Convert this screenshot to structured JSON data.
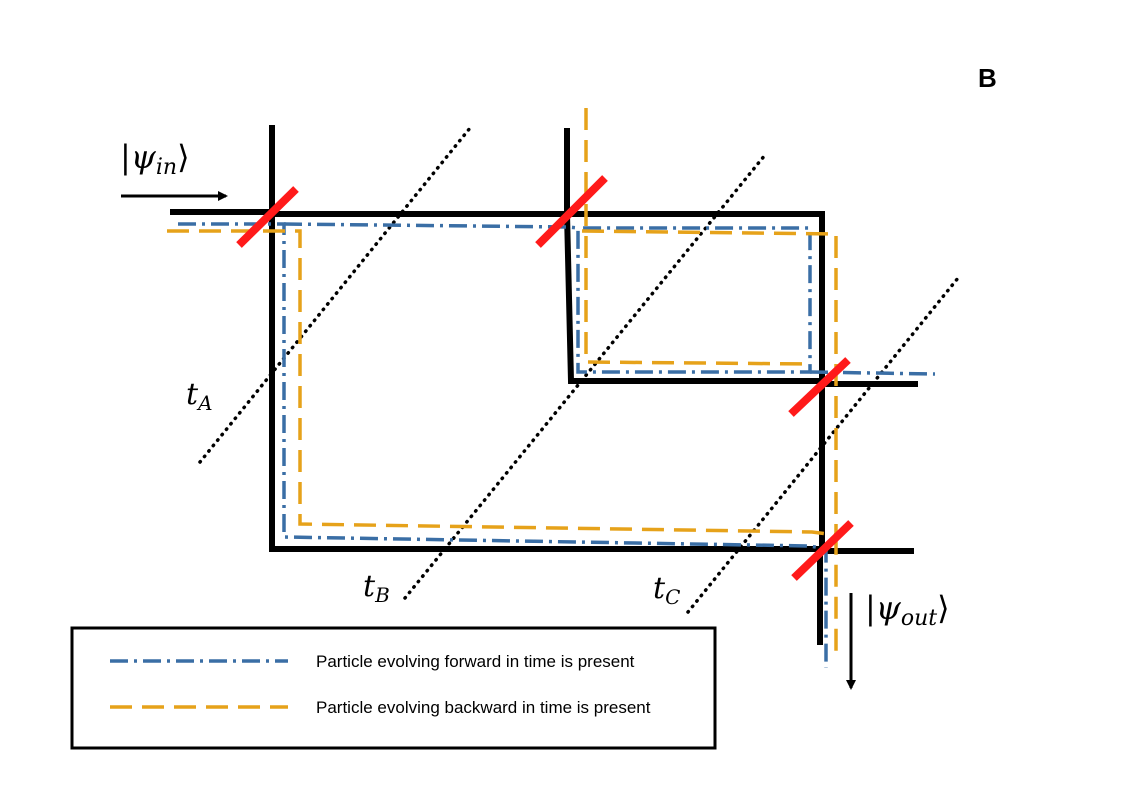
{
  "panel_label": "B",
  "states": {
    "input": {
      "bar": "|",
      "symbol": "ψ",
      "sub": "in",
      "bracket": "⟩"
    },
    "output": {
      "bar": "|",
      "symbol": "ψ",
      "sub": "out",
      "bracket": "⟩"
    }
  },
  "time_slices": [
    {
      "symbol": "t",
      "sub": "A"
    },
    {
      "symbol": "t",
      "sub": "B"
    },
    {
      "symbol": "t",
      "sub": "C"
    }
  ],
  "legend": {
    "items": [
      {
        "label": "Particle evolving forward in time is present",
        "color": "#3a6ea5",
        "style": "dash-dot"
      },
      {
        "label": "Particle evolving backward in time is present",
        "color": "#e6a21a",
        "style": "dashed"
      }
    ]
  },
  "colors": {
    "path": "#000000",
    "beam_splitter": "#ff1a1a",
    "forward": "#3a6ea5",
    "backward": "#e6a21a"
  }
}
